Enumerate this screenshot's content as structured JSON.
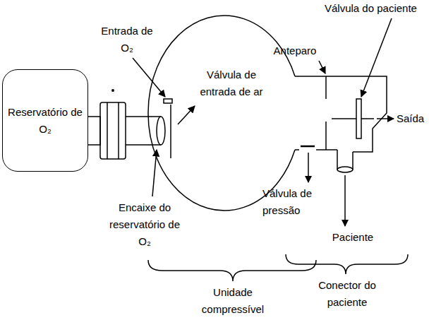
{
  "diagram": {
    "nodes": [
      {
        "text": [
          "Reservatório de O₂"
        ]
      }
    ],
    "labels": [
      "Válvula do paciente",
      "Entrada de O₂",
      "Anteparo",
      "Válvula de entrada de ar",
      "Saída",
      "Encaixe do reservatório de O₂",
      "Válvula de pressão",
      "Paciente",
      "Unidade compressível",
      "Conector do paciente"
    ]
  }
}
